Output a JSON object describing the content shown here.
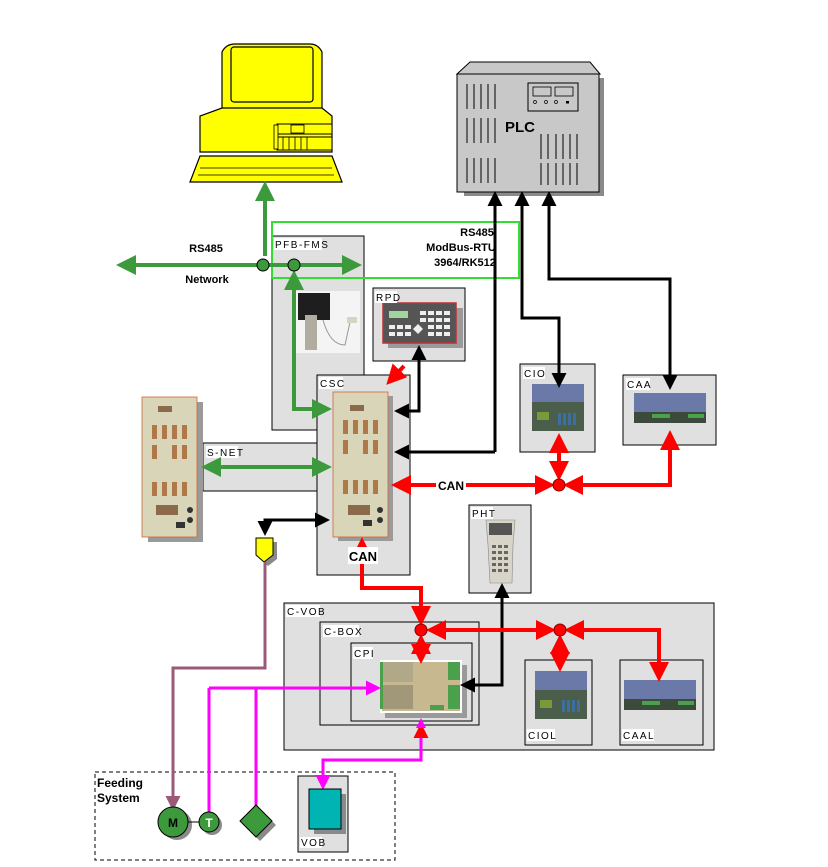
{
  "diagram": {
    "pc": {
      "label": ""
    },
    "plc": {
      "label": "PLC"
    },
    "rs485_network": {
      "line1": "RS485",
      "line2": "Network"
    },
    "protocol_box": {
      "line1": "RS485",
      "line2": "ModBus-RTU",
      "line3": "3964/RK512"
    },
    "boxes": {
      "pfb_fms": "PFB-FMS",
      "rpd": "RPD",
      "csc": "CSC",
      "s_net": "S-NET",
      "cio": "CIO",
      "caa": "CAA",
      "pht": "PHT",
      "c_vob": "C-VOB",
      "c_box": "C-BOX",
      "cpi": "CPI",
      "ciol": "CIOL",
      "caal": "CAAL",
      "vob": "VOB"
    },
    "can_labels": {
      "bus": "CAN",
      "csc_down": "CAN"
    },
    "feeding_system": {
      "line1": "Feeding",
      "line2": "System",
      "motor": "M",
      "tacho": "T"
    },
    "colors": {
      "green_link": "#3c9a3c",
      "protocol_border": "#33dd33",
      "can_red": "#ff0000",
      "black_link": "#000000",
      "magenta_link": "#ff00ff",
      "mauve_link": "#9b5a78",
      "pc_yellow": "#ffff00",
      "plc_gray": "#c8c8c8",
      "box_gray": "#e0e0e0",
      "node_green": "#3c9a3c",
      "vob_teal": "#00b4b4"
    }
  }
}
